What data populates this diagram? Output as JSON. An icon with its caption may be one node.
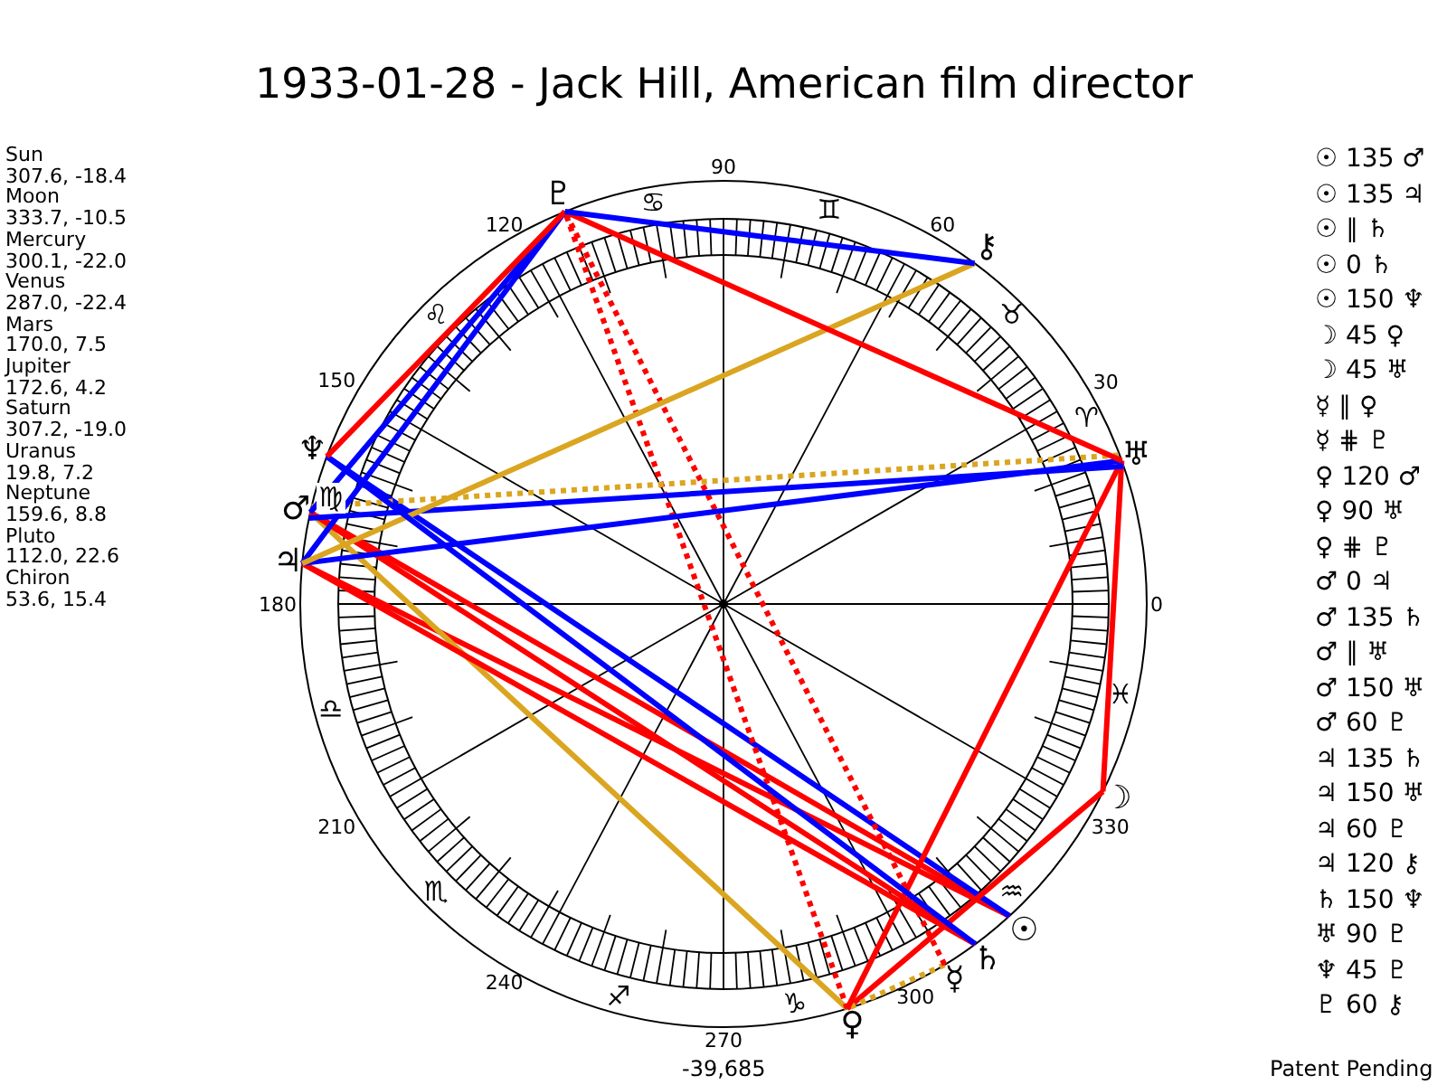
{
  "diagram": {
    "title": "1933-01-28 - Jack Hill, American film director",
    "nodes": [
      {
        "text": [
          "♇"
        ]
      },
      {
        "text": [
          "⚷"
        ]
      },
      {
        "text": [
          "♆"
        ]
      },
      {
        "text": [
          "♅"
        ]
      },
      {
        "text": [
          "♂"
        ]
      },
      {
        "text": [
          "♃"
        ]
      },
      {
        "text": [
          "☽"
        ]
      },
      {
        "text": [
          "☉"
        ]
      },
      {
        "text": [
          "♄"
        ]
      },
      {
        "text": [
          "☿"
        ]
      },
      {
        "text": [
          "♀"
        ]
      }
    ],
    "edges": [
      {
        "from": 7,
        "to": 4,
        "arrow": "none"
      },
      {
        "from": 7,
        "to": 5,
        "arrow": "none"
      },
      {
        "from": 7,
        "to": 2,
        "arrow": "none",
        "color": "#0000ff"
      },
      {
        "from": 6,
        "to": 10,
        "arrow": "none"
      },
      {
        "from": 6,
        "to": 3,
        "arrow": "none"
      },
      {
        "from": 9,
        "to": 10,
        "arrow": "none",
        "style": "dashed",
        "color": "#daa520"
      },
      {
        "from": 9,
        "to": 0,
        "arrow": "none",
        "style": "dashed"
      },
      {
        "from": 10,
        "to": 4,
        "arrow": "none",
        "color": "#daa520"
      },
      {
        "from": 10,
        "to": 3,
        "arrow": "none"
      },
      {
        "from": 10,
        "to": 0,
        "arrow": "none",
        "style": "dashed"
      },
      {
        "from": 4,
        "to": 8,
        "arrow": "none"
      },
      {
        "from": 4,
        "to": 3,
        "arrow": "none",
        "style": "dashed",
        "color": "#daa520"
      },
      {
        "from": 4,
        "to": 3,
        "arrow": "none",
        "color": "#0000ff"
      },
      {
        "from": 4,
        "to": 0,
        "arrow": "none",
        "color": "#0000ff"
      },
      {
        "from": 5,
        "to": 8,
        "arrow": "none"
      },
      {
        "from": 5,
        "to": 3,
        "arrow": "none",
        "color": "#0000ff"
      },
      {
        "from": 5,
        "to": 0,
        "arrow": "none",
        "color": "#0000ff"
      },
      {
        "from": 5,
        "to": 1,
        "arrow": "none",
        "color": "#daa520"
      },
      {
        "from": 8,
        "to": 2,
        "arrow": "none",
        "color": "#0000ff"
      },
      {
        "from": 3,
        "to": 0,
        "arrow": "none"
      },
      {
        "from": 2,
        "to": 0,
        "arrow": "none"
      },
      {
        "from": 0,
        "to": 1,
        "arrow": "none",
        "color": "#0000ff"
      }
    ],
    "labels": [
      "Sun",
      "307.6, -18.4",
      "Moon",
      "333.7, -10.5",
      "Mercury",
      "300.1, -22.0",
      "Venus",
      "287.0, -22.4",
      "Mars",
      "170.0, 7.5",
      "Jupiter",
      "172.6, 4.2",
      "Saturn",
      "307.2, -19.0",
      "Uranus",
      "19.8, 7.2",
      "Neptune",
      "159.6, 8.8",
      "Pluto",
      "112.0, 22.6",
      "Chiron",
      "53.6, 15.4",
      "90",
      "120",
      "♋",
      "♊",
      "60",
      "♌",
      "♉",
      "150",
      "30",
      "♍",
      "♈",
      "180",
      "0",
      "♎",
      "♓",
      "210",
      "330",
      "♏",
      "♒",
      "240",
      "♐",
      "♑",
      "300",
      "270",
      "☉ 135 ♂",
      "☉ 135 ♃",
      "☉ ∥ ♄",
      "☉ 0 ♄",
      "☉ 150 ♆",
      "☽ 45 ♀",
      "☽ 45 ♅",
      "☿ ∥ ♀",
      "☿ ⋕ ♇",
      "♀ 120 ♂",
      "♀ 90 ♅",
      "♀ ⋕ ♇",
      "♂ 0 ♃",
      "♂ 135 ♄",
      "♂ ∥ ♅",
      "♂ 150 ♅",
      "♂ 60 ♇",
      "♃ 135 ♄",
      "♃ 150 ♅",
      "♃ 60 ♇",
      "♃ 120 ⚷",
      "♄ 150 ♆",
      "♅ 90 ♇",
      "♆ 45 ♇",
      "♇ 60 ⚷",
      "-39,685",
      "Patent Pending"
    ]
  }
}
